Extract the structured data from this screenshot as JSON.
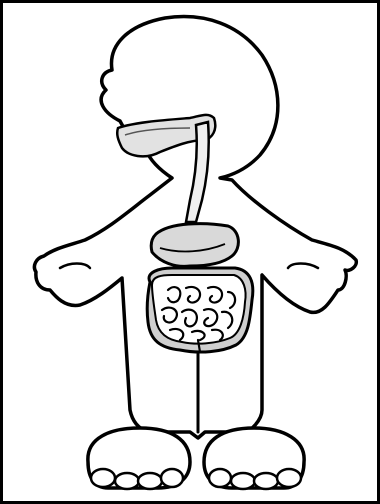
{
  "figure": {
    "subject": "",
    "style": "black line art coloring page",
    "colors": {
      "ink": "#000000",
      "paper": "#ffffff",
      "shade": "#d9d9d9"
    }
  },
  "body": {
    "icon": "child-body-outline-icon",
    "parts": [
      "head",
      "arms",
      "hands",
      "torso",
      "legs",
      "feet"
    ]
  },
  "organs": [
    {
      "name": "mouth-cavity",
      "icon": "mouth-icon"
    },
    {
      "name": "esophagus",
      "icon": "esophagus-icon"
    },
    {
      "name": "stomach",
      "icon": "stomach-icon"
    },
    {
      "name": "large-intestine",
      "icon": "large-intestine-icon"
    },
    {
      "name": "small-intestine",
      "icon": "small-intestine-icon"
    }
  ]
}
